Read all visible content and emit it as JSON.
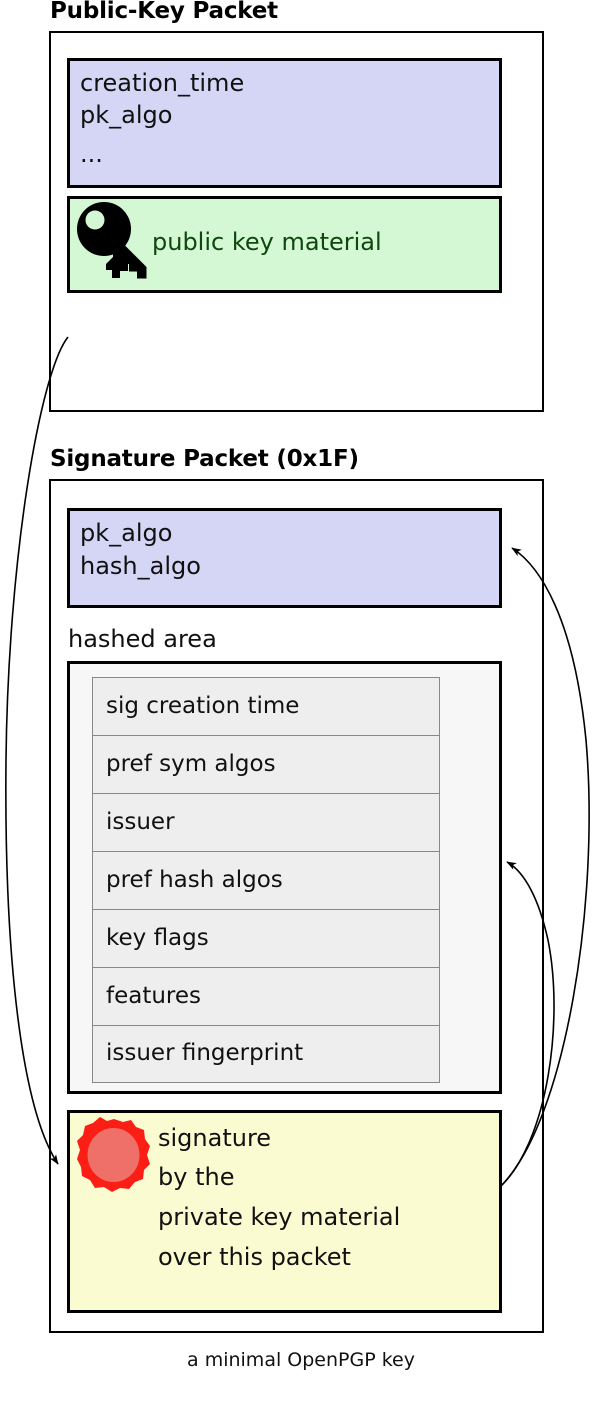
{
  "figure": {
    "caption": "a minimal OpenPGP key"
  },
  "packets": [
    {
      "id": "public-key-packet",
      "title": "Public-Key Packet",
      "fields": [
        {
          "id": "pk-header-fields",
          "color": "#d5d5f5",
          "lines": [
            "creation_time",
            "pk_algo",
            "..."
          ]
        },
        {
          "id": "public-key-material",
          "color": "#d3f8d3",
          "icon": "key-icon",
          "lines": [
            "public key material"
          ]
        }
      ]
    },
    {
      "id": "signature-packet",
      "title": "Signature Packet (0x1F)",
      "fields": [
        {
          "id": "sig-header-fields",
          "color": "#d5d5f5",
          "lines": [
            "pk_algo",
            "hash_algo"
          ]
        },
        {
          "id": "signature-blob",
          "color": "#fbfbd2",
          "icon": "wax-seal-icon",
          "lines": [
            "signature",
            "by the",
            "private key material",
            "over this packet"
          ]
        }
      ],
      "hashed_area": {
        "label": "hashed area",
        "subpackets": [
          "sig creation time",
          "pref sym algos",
          "issuer",
          "pref hash algos",
          "key flags",
          "features",
          "issuer fingerprint"
        ]
      }
    }
  ],
  "connectors": [
    {
      "id": "pubkey-to-signature",
      "from": "public-key-packet",
      "to": "signature-blob",
      "style": "curved-arrow"
    },
    {
      "id": "signature-covers-header",
      "from": "signature-blob",
      "to": "sig-header-fields",
      "style": "curved-arrow"
    },
    {
      "id": "signature-covers-hashed-area",
      "from": "signature-blob",
      "to": "hashed-area",
      "style": "curved-arrow"
    }
  ],
  "colors": {
    "lavender": "#d5d5f5",
    "green": "#d3f8d3",
    "yellow": "#fbfbd2",
    "gray_area": "#f7f7f7",
    "gray_row": "#eeeeee",
    "seal_outer": "#fa1e14",
    "seal_inner": "#ef7068",
    "stroke": "#000000"
  }
}
